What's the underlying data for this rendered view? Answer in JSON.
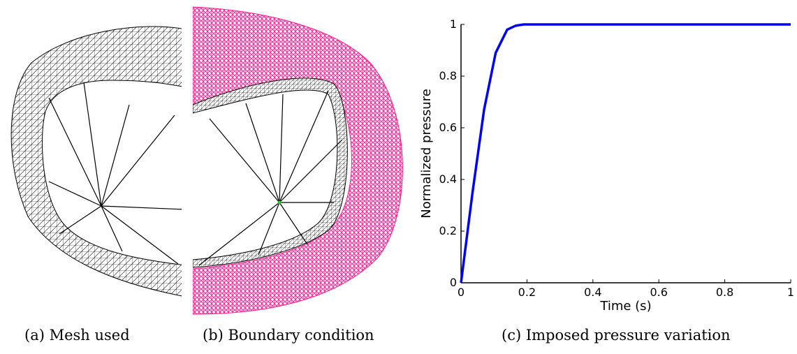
{
  "captions": {
    "a": "(a) Mesh used",
    "b": "(b) Boundary condition",
    "c": "(c) Imposed pressure variation"
  },
  "colors": {
    "mesh": "#000000",
    "boundary_arrows": "#ff1a8c",
    "curve": "#0000ff"
  },
  "chart_data": {
    "type": "line",
    "xlabel": "Time (s)",
    "ylabel": "Normalized pressure",
    "xlim": [
      0,
      1
    ],
    "ylim": [
      0,
      1
    ],
    "xticks": [
      "0",
      "0.2",
      "0.4",
      "0.6",
      "0.8",
      "1"
    ],
    "yticks": [
      "0",
      "0.2",
      "0.4",
      "0.6",
      "0.8",
      "1"
    ],
    "grid": false,
    "series": [
      {
        "x": [
          0,
          0.035,
          0.07,
          0.105,
          0.14,
          0.165,
          0.19,
          0.25,
          0.5,
          0.75,
          1.0
        ],
        "y": [
          0,
          0.35,
          0.67,
          0.89,
          0.98,
          0.995,
          1.0,
          1.0,
          1.0,
          1.0,
          1.0
        ]
      }
    ]
  }
}
